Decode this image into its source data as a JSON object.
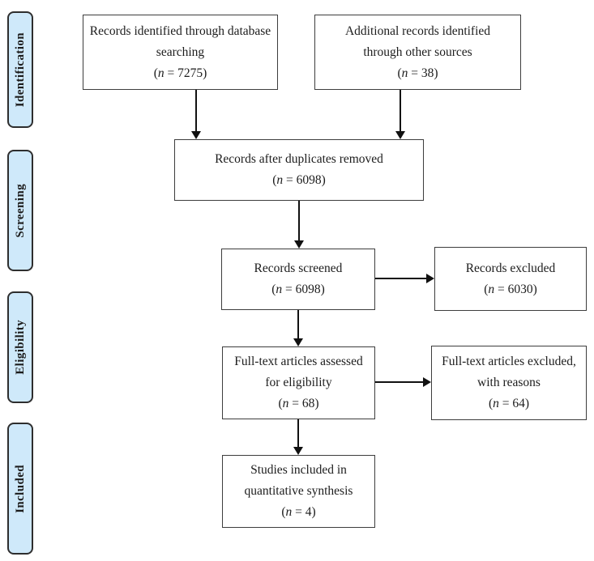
{
  "diagram_type": "prisma-flow-diagram",
  "colors": {
    "stage_fill": "#cfe9fa",
    "stage_border": "#2e2e2e",
    "box_border": "#3d3d3d",
    "arrow": "#111111",
    "text": "#1c1c1c",
    "background": "#ffffff"
  },
  "sidebar": {
    "items": [
      {
        "label": "Identification"
      },
      {
        "label": "Screening"
      },
      {
        "label": "Eligibility"
      },
      {
        "label": "Included"
      }
    ]
  },
  "boxes": [
    {
      "name": "records-identified-database",
      "lines": [
        "Records identified through database",
        "searching"
      ],
      "n_line": {
        "pre": "(",
        "var": "n",
        "post": " = 7275)"
      }
    },
    {
      "name": "additional-records-other-sources",
      "lines": [
        "Additional records identified",
        "through other sources"
      ],
      "n_line": {
        "pre": "(",
        "var": "n",
        "post": " = 38)"
      }
    },
    {
      "name": "records-after-duplicates-removed",
      "lines": [
        "Records after duplicates removed"
      ],
      "n_line": {
        "pre": "(",
        "var": "n",
        "post": " = 6098)"
      }
    },
    {
      "name": "records-screened",
      "lines": [
        "Records screened"
      ],
      "n_line": {
        "pre": "(",
        "var": "n",
        "post": " = 6098)"
      }
    },
    {
      "name": "records-excluded",
      "lines": [
        "Records excluded"
      ],
      "n_line": {
        "pre": "(",
        "var": "n",
        "post": " = 6030)"
      }
    },
    {
      "name": "fulltext-articles-assessed",
      "lines": [
        "Full-text articles assessed",
        "for eligibility"
      ],
      "n_line": {
        "pre": "(",
        "var": "n",
        "post": " = 68)"
      }
    },
    {
      "name": "fulltext-articles-excluded",
      "lines": [
        "Full-text articles excluded,",
        "with reasons"
      ],
      "n_line": {
        "pre": "(",
        "var": "n",
        "post": " = 64)"
      }
    },
    {
      "name": "studies-included-quantitative",
      "lines": [
        "Studies included in",
        "quantitative synthesis"
      ],
      "n_line": {
        "pre": "(",
        "var": "n",
        "post": " = 4)"
      }
    }
  ]
}
